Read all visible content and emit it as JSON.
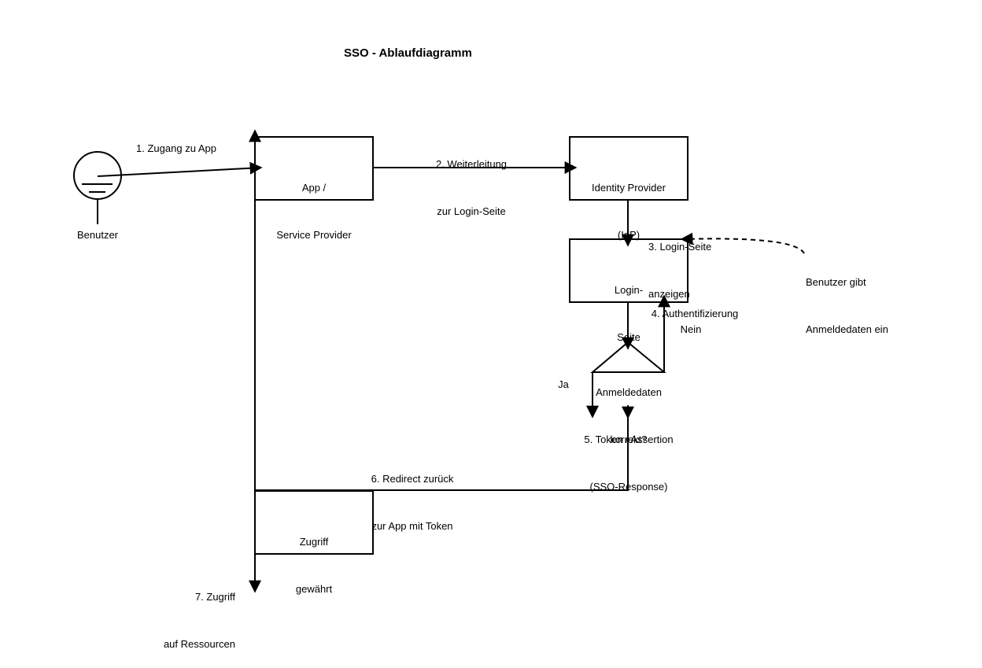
{
  "title": "SSO - Ablaufdiagramm",
  "actor": {
    "label": "Benutzer"
  },
  "nodes": {
    "app": {
      "line1": "App /",
      "line2": "Service Provider"
    },
    "idp": {
      "line1": "Identity Provider",
      "line2": "(IdP)"
    },
    "login": {
      "line1": "Login-",
      "line2": "Seite"
    },
    "decision": {
      "line1": "Anmeldedaten",
      "line2": "korrekt?"
    },
    "access": {
      "line1": "Zugriff",
      "line2": "gewährt"
    }
  },
  "edges": {
    "step1": "1. Zugang zu App",
    "step2": {
      "line1": "2. Weiterleitung",
      "line2": "zur Login-Seite"
    },
    "step3": {
      "line1": "3. Login-Seite",
      "line2": "anzeigen"
    },
    "step4": "4. Authentifizierung",
    "no": "Nein",
    "yes": "Ja",
    "step5": {
      "line1": "5. Token / Assertion",
      "line2": "(SSO-Response)"
    },
    "step6": {
      "line1": "6. Redirect zurück",
      "line2": "zur App mit Token"
    },
    "step7": {
      "line1": "7. Zugriff",
      "line2": "auf Ressourcen"
    },
    "user_input": {
      "line1": "Benutzer gibt",
      "line2": "Anmeldedaten ein"
    }
  }
}
